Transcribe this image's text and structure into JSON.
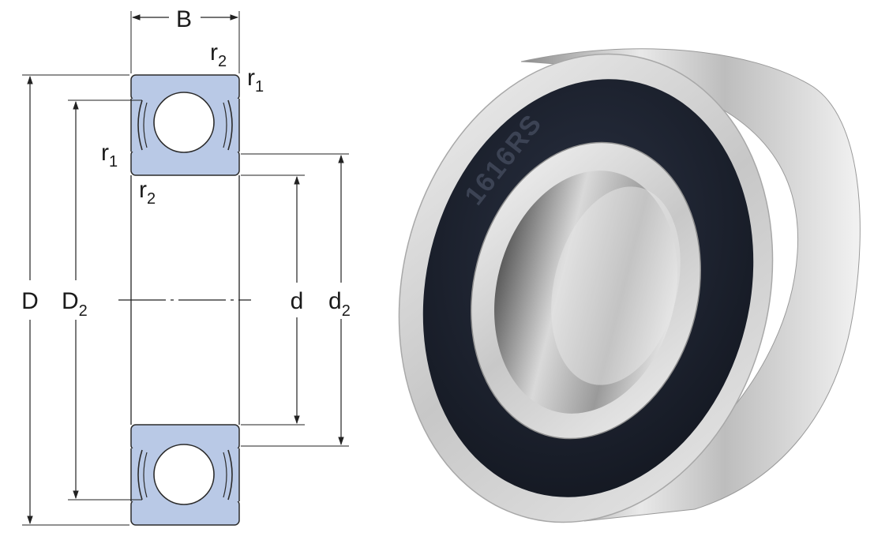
{
  "diagram": {
    "labels": {
      "B": "B",
      "D": "D",
      "D2_main": "D",
      "D2_sub": "2",
      "d": "d",
      "d2_main": "d",
      "d2_sub": "2",
      "r1_top_main": "r",
      "r1_top_sub": "1",
      "r2_top_main": "r",
      "r2_top_sub": "2",
      "r1_left_main": "r",
      "r1_left_sub": "1",
      "r2_left_main": "r",
      "r2_left_sub": "2"
    },
    "colors": {
      "ring_fill": "#b9c9e6",
      "ring_stroke": "#2b2b2b",
      "ball_fill": "#ffffff",
      "line": "#222222"
    }
  },
  "photo": {
    "seal_marking": "1616RS",
    "colors": {
      "outer_ring": "#cfcfcf",
      "seal": "#1d2230",
      "inner_ring": "#d8d8d8",
      "bore": "#8a8a8a"
    }
  }
}
